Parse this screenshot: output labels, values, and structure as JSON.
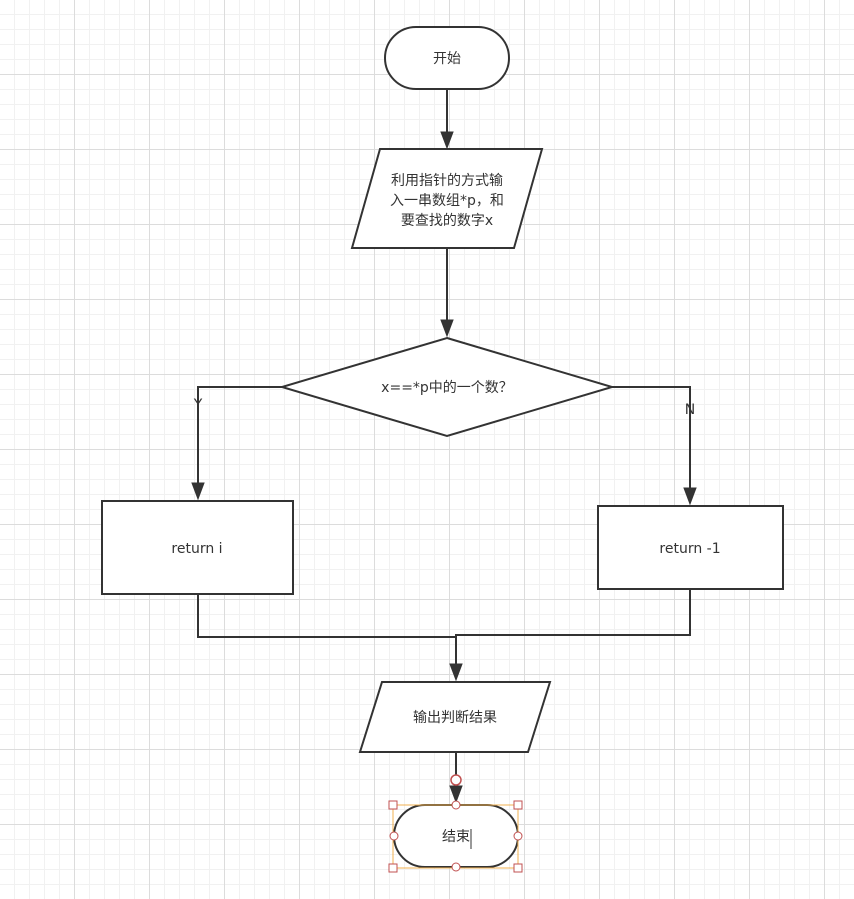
{
  "flowchart": {
    "start": "开始",
    "input_lines": [
      "利用指针的方式输",
      "入一串数组*p，和",
      "要查找的数字x"
    ],
    "decision": "x==*p中的一个数？",
    "yes_label": "Y",
    "no_label": "N",
    "return_found": "return i",
    "return_not_found": "return -1",
    "output": "输出判断结果",
    "end": "结束"
  }
}
